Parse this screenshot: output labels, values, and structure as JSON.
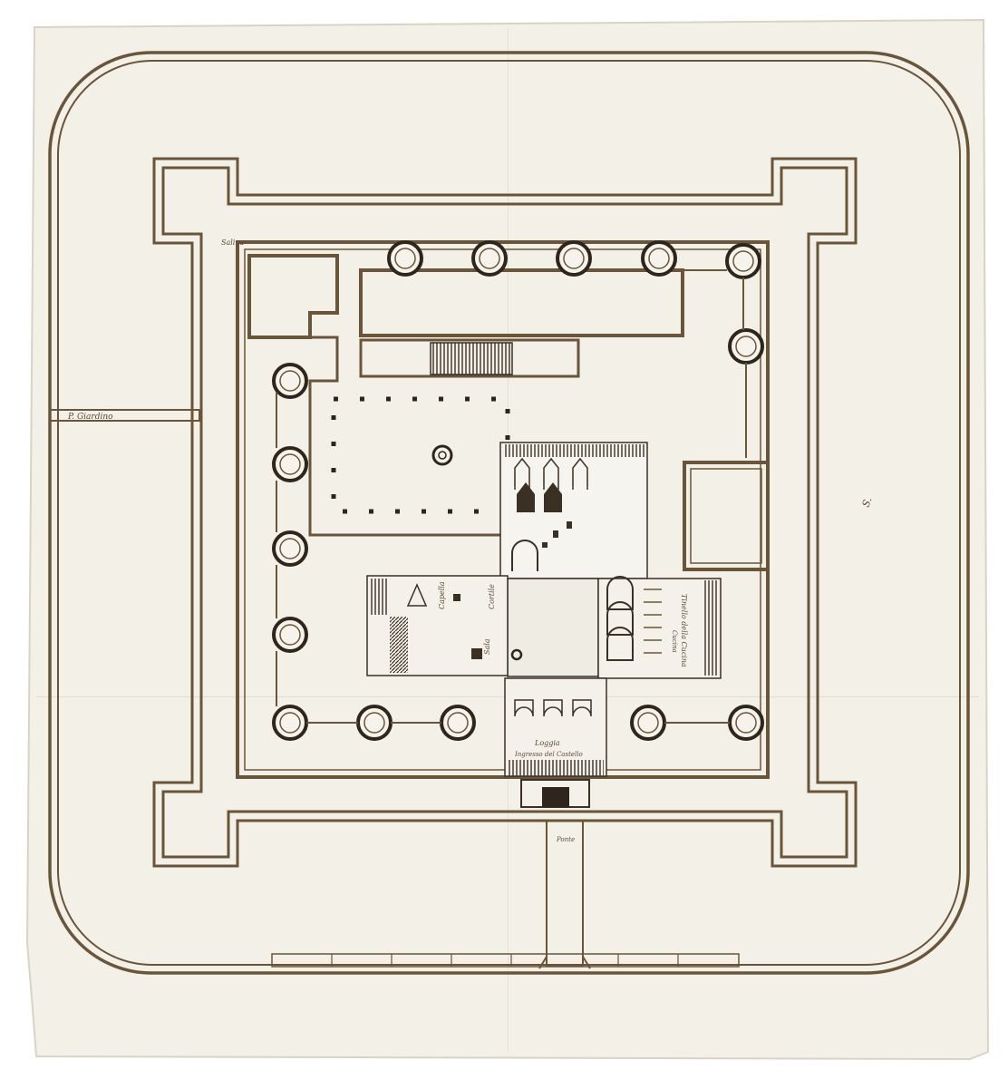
{
  "labels": {
    "left_passage": "P. Giardino",
    "chapel_left": "Capella",
    "hall_centre": "Cortile",
    "side_room": "Sala",
    "right_wing": "Tinello della Cucina",
    "right_wing_sub": "Cucina",
    "entrance_cap": "Loggia",
    "entrance_sub": "Ingresso del Castello",
    "bridge": "Ponte",
    "right_margin": "S.",
    "corner_tag": "Salina"
  },
  "colors": {
    "paper": "#f2efe6",
    "ink": "#6a5538",
    "dark_ink": "#2e261d"
  }
}
